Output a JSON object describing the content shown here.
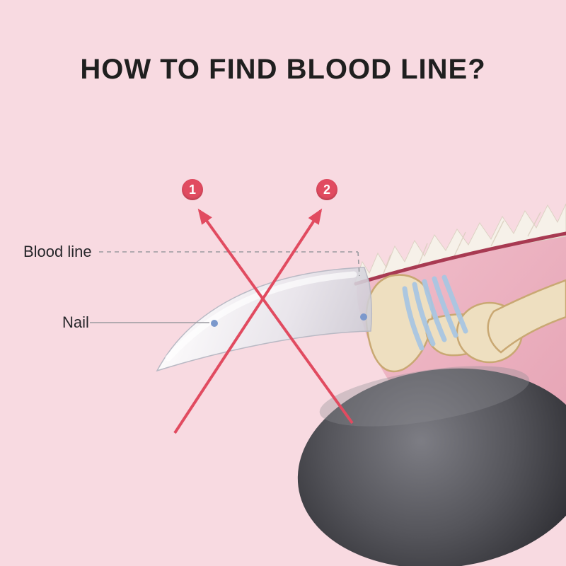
{
  "title": "HOW TO FIND BLOOD LINE?",
  "annotations": {
    "blood_line_label": "Blood line",
    "nail_label": "Nail"
  },
  "markers": {
    "step1": "1",
    "step2": "2"
  },
  "colors": {
    "background": "#f8dae1",
    "accent_red": "#e14b60",
    "title_text": "#1f1f1f",
    "label_text": "#26262a",
    "marker_dot_blue": "#7b98cc",
    "leader_line_gray": "#9a9aa0",
    "claw_white": "#f2f2f6",
    "skin_pink": "#ecb4c2",
    "skin_edge_maroon": "#a83a52",
    "bone_tan": "#eedfc0",
    "quick_blue": "#a9c6e2",
    "paw_pad_dark": "#3b3b40",
    "fur_ivory": "#f6f1e9"
  }
}
